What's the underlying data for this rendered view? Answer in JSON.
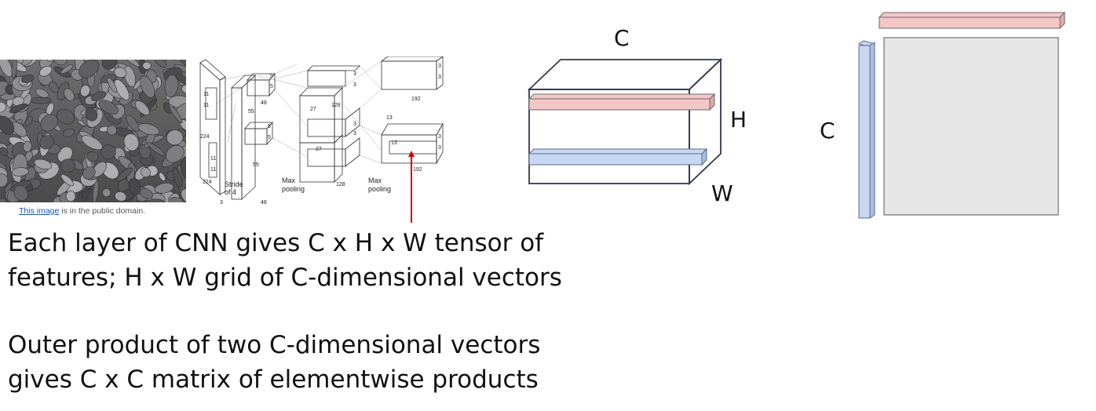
{
  "credit": {
    "link_text": "This image",
    "rest_text": " is in the public domain."
  },
  "alexnet_labels": {
    "l1": "11",
    "l2": "11",
    "l3": "224",
    "l4": "224",
    "l5": "11",
    "l6": "11",
    "stride1": "Stride",
    "stride2": "of 4",
    "three": "3",
    "n55a": "55",
    "n55b": "55",
    "n48a": "48",
    "n48b": "48",
    "n5a": "5",
    "n5b": "5",
    "n5c": "5",
    "n5d": "5",
    "n27a": "27",
    "n27b": "27",
    "n128a": "128",
    "n128b": "128",
    "pool1a": "Max",
    "pool1b": "pooling",
    "pool2a": "Max",
    "pool2b": "pooling",
    "n13a": "13",
    "n13b": "13",
    "n192a": "192",
    "n192b": "192",
    "n3a": "3",
    "n3b": "3",
    "n3c": "3",
    "n3d": "3",
    "n3e": "3",
    "n3f": "3",
    "n3g": "3",
    "n3h": "3"
  },
  "tensor": {
    "label_c": "C",
    "label_h": "H",
    "label_w": "W"
  },
  "matrix": {
    "label_c": "C"
  },
  "text": {
    "para1_line1": "Each layer of CNN gives C x H x W tensor of",
    "para1_line2": "features; H x W grid of C-dimensional vectors",
    "para2_line1": "Outer product of two C-dimensional vectors",
    "para2_line2": "gives C x C matrix of elementwise products"
  },
  "colors": {
    "pink": "#f4c7c7",
    "pink_stroke": "#6b6b6b",
    "blue": "#c9d8f2",
    "blue_stroke": "#5a6a8a",
    "matrix_fill": "#e6e6e6",
    "arrow": "#d40000",
    "box_stroke": "#2f3a4a"
  }
}
